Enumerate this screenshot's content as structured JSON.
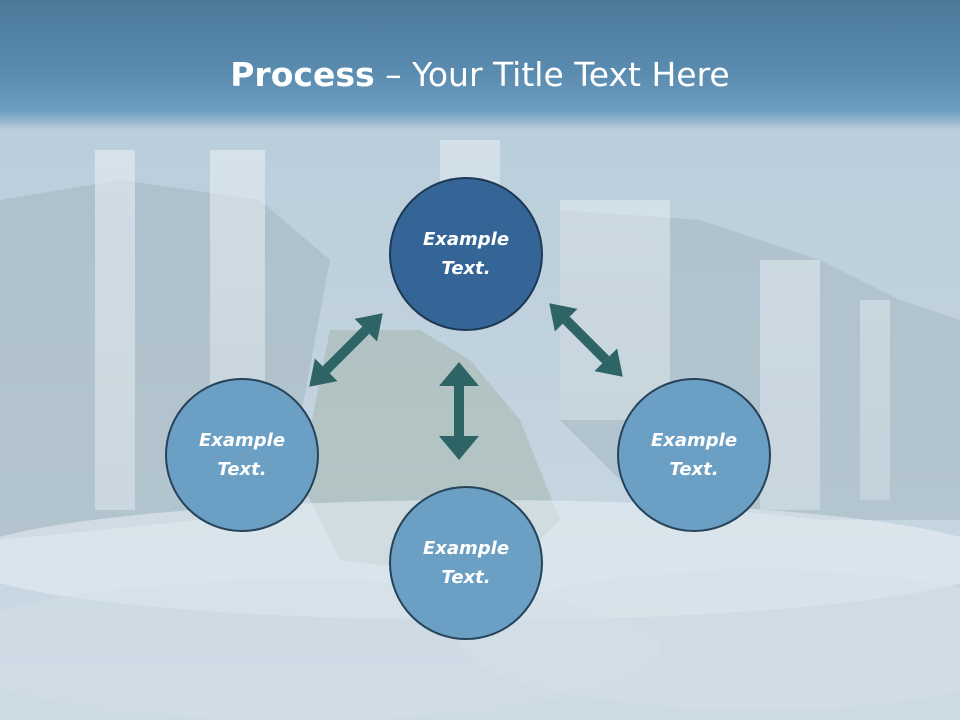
{
  "title": {
    "bold": "Process",
    "rest": " – Your Title Text Here"
  },
  "nodes": {
    "top": "Example\nText.",
    "left": "Example\nText.",
    "right": "Example\nText.",
    "bottom": "Example\nText."
  },
  "colors": {
    "center_node": "#356596",
    "outer_node": "#6b9fc3",
    "arrow": "#2e6465",
    "title_band": "#5a8cb0"
  }
}
